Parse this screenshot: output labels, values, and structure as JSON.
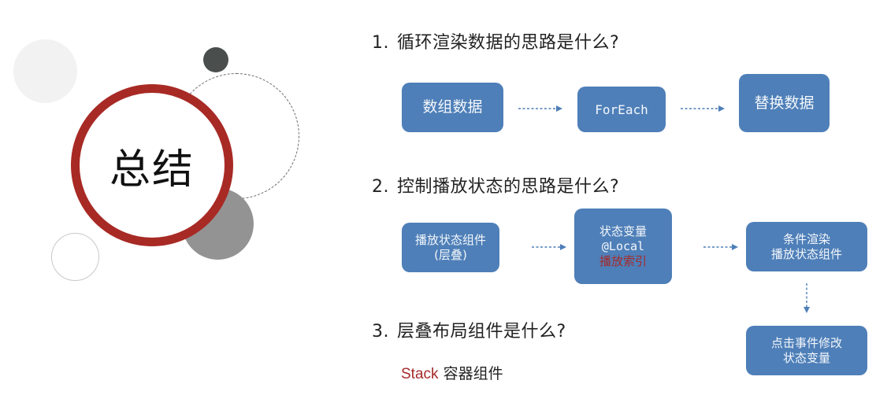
{
  "title": {
    "text": "总结",
    "accent_color": "#a82a25"
  },
  "questions": [
    {
      "number": "1.",
      "text": "循环渲染数据的思路是什么?"
    },
    {
      "number": "2.",
      "text": "控制播放状态的思路是什么?"
    },
    {
      "number": "3.",
      "text": "层叠布局组件是什么?"
    }
  ],
  "flow1": {
    "boxes": [
      {
        "lines": [
          "数组数据"
        ]
      },
      {
        "lines": [
          "ForEach"
        ]
      },
      {
        "lines": [
          "替换数据"
        ]
      }
    ]
  },
  "flow2": {
    "boxes": [
      {
        "lines": [
          "播放状态组件",
          "(层叠)"
        ]
      },
      {
        "lines": [
          "状态变量",
          "@Local",
          "播放索引"
        ]
      },
      {
        "lines": [
          "条件渲染",
          "播放状态组件"
        ]
      },
      {
        "lines": [
          "点击事件修改",
          "状态变量"
        ]
      }
    ]
  },
  "answer3": {
    "highlight": "Stack",
    "rest": "容器组件"
  },
  "colors": {
    "box_fill": "#4e7fb8",
    "arrow": "#4e7fb8",
    "highlight_text": "#a52a2a"
  }
}
